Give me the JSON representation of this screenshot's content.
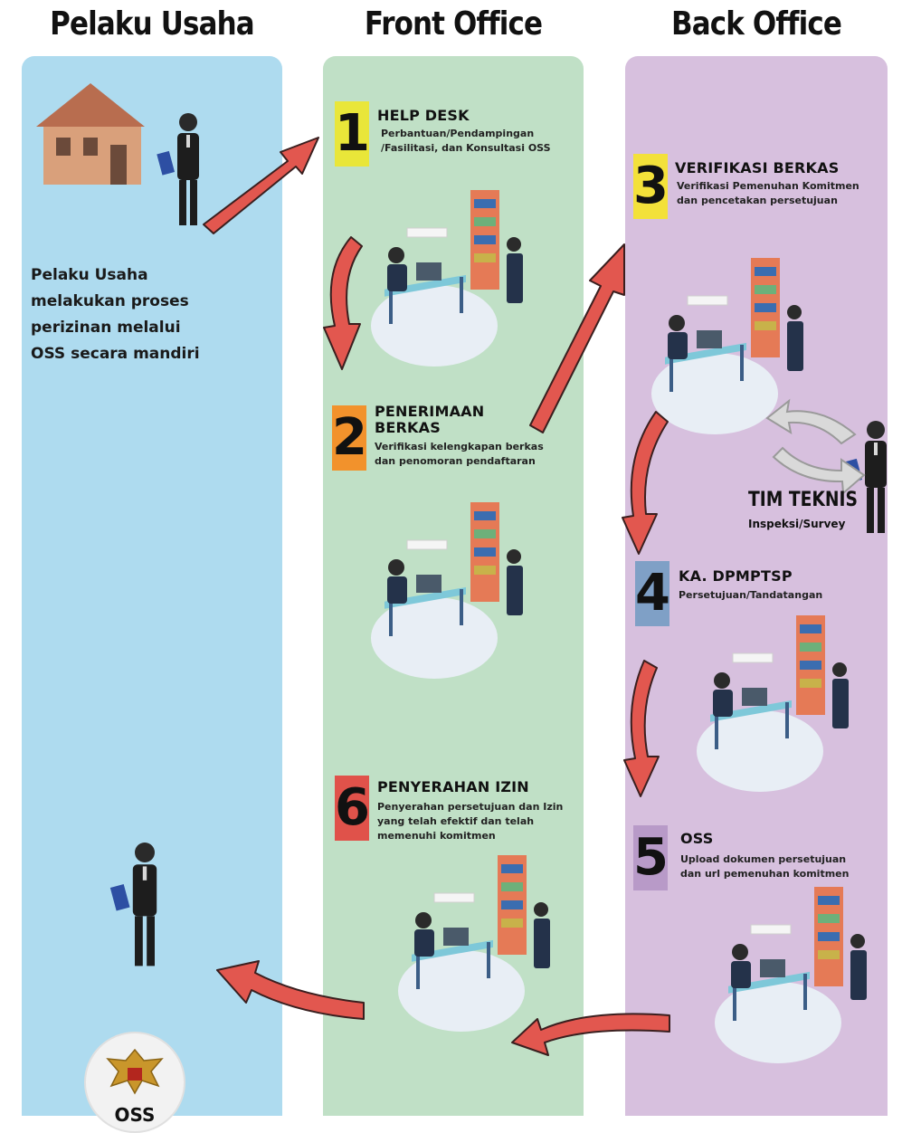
{
  "columns": {
    "left": "Pelaku Usaha",
    "mid": "Front Office",
    "right": "Back Office"
  },
  "colors": {
    "lane_left": "#aedbef",
    "lane_mid": "#c0e0c6",
    "lane_right": "#d7c0de",
    "arrow": "#e2574f",
    "step1": "#e9e639",
    "step2": "#f2922c",
    "step3": "#f3e13a",
    "step4": "#7fa0c6",
    "step5": "#b89ac8",
    "step6": "#e0524a"
  },
  "left_text": "Pelaku Usaha\nmelakukan proses\nperizinan melalui\nOSS secara mandiri",
  "steps": {
    "s1": {
      "num": "1",
      "title": "HELP DESK",
      "desc": "Perbantuan/Pendampingan\n/Fasilitasi, dan Konsultasi OSS"
    },
    "s2": {
      "num": "2",
      "title": "PENERIMAAN\nBERKAS",
      "desc": "Verifikasi kelengkapan berkas\ndan penomoran pendaftaran"
    },
    "s3": {
      "num": "3",
      "title": "VERIFIKASI BERKAS",
      "desc": "Verifikasi Pemenuhan Komitmen\ndan pencetakan persetujuan"
    },
    "s4": {
      "num": "4",
      "title": "KA. DPMPTSP",
      "desc": "Persetujuan/Tandatangan"
    },
    "s5": {
      "num": "5",
      "title": "OSS",
      "desc": "Upload dokumen persetujuan\ndan url pemenuhan komitmen"
    },
    "s6": {
      "num": "6",
      "title": "PENYERAHAN IZIN",
      "desc": "Penyerahan persetujuan dan Izin\nyang telah efektif dan telah\nmemenuhi komitmen"
    }
  },
  "tim_teknis": {
    "title": "TIM TEKNIS",
    "subtitle": "Inspeksi/Survey"
  },
  "logo_text": "OSS",
  "icons": [
    "house-icon",
    "businessman-icon",
    "office-desk-icon",
    "garuda-emblem-icon"
  ]
}
